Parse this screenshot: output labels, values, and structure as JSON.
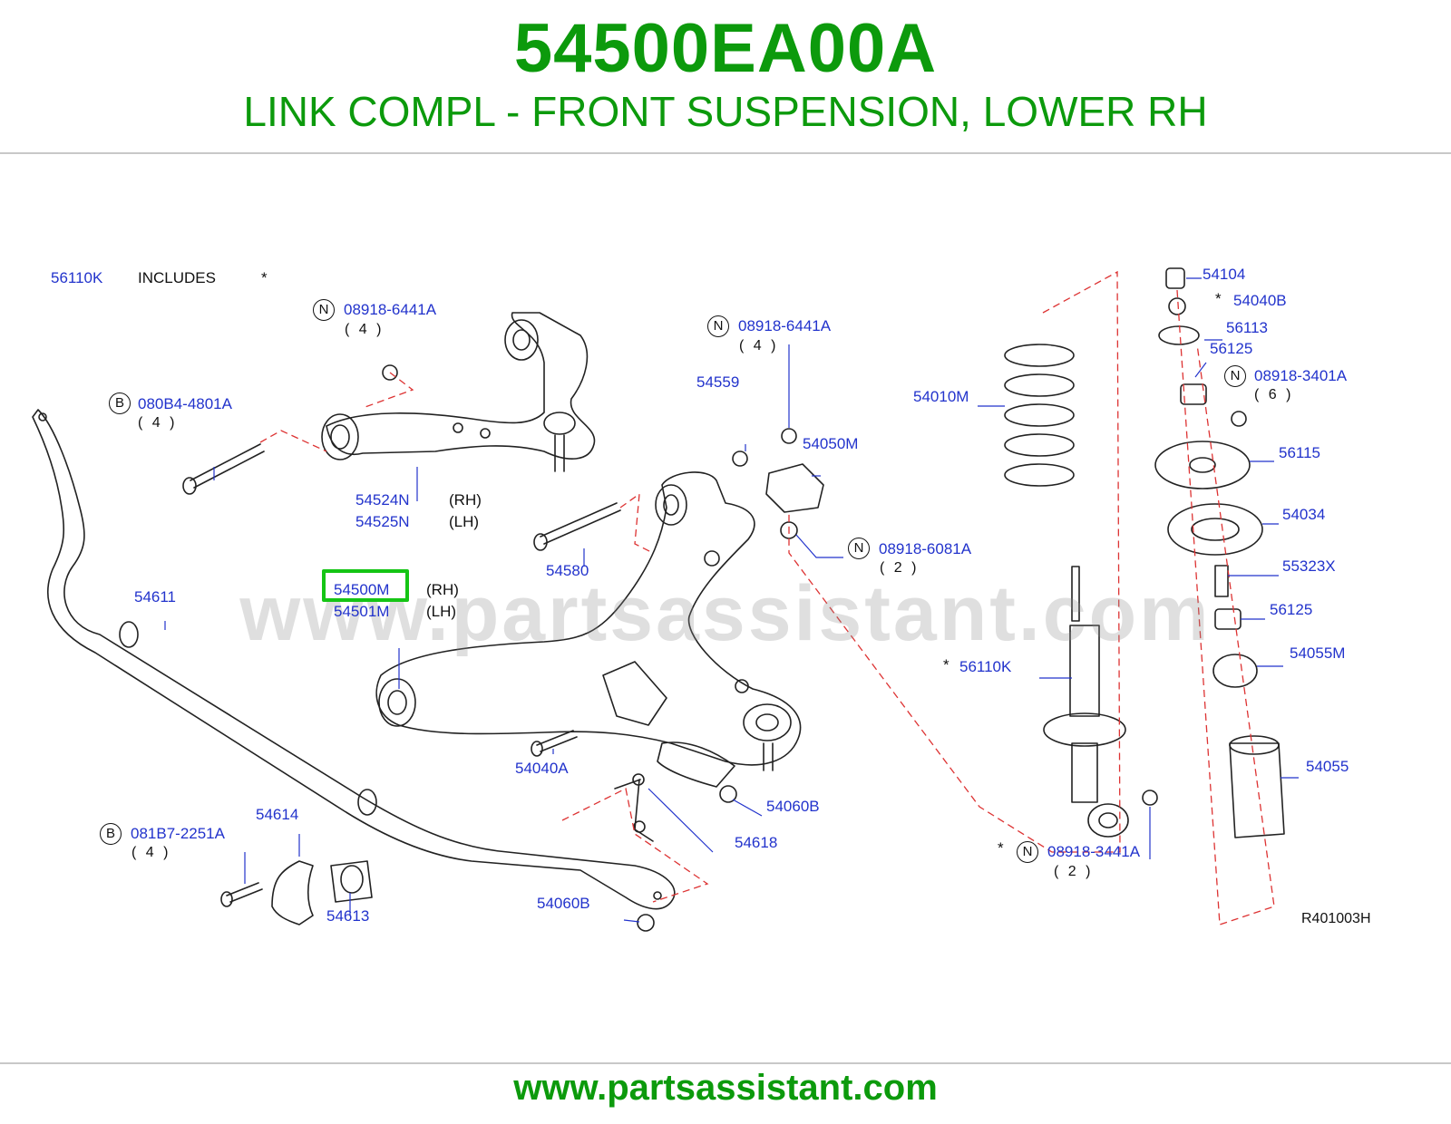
{
  "header": {
    "part_number": "54500EA00A",
    "part_name": "LINK COMPL - FRONT SUSPENSION, LOWER RH"
  },
  "watermark": "www.partsassistant.com",
  "footer": {
    "url": "www.partsassistant.com"
  },
  "diagram": {
    "reference": "R401003H",
    "includes_label": "INCLUDES",
    "asterisk": "*",
    "highlighted_part": "54500M",
    "labels": {
      "kit_56110K_top": "56110K",
      "n_08918_6441A_left": "08918-6441A",
      "qty_4_a": "( 4 )",
      "b_080B4_4801A": "080B4-4801A",
      "qty_4_b": "( 4 )",
      "p54524N": "54524N",
      "p54525N": "54525N",
      "rh_1": "(RH)",
      "lh_1": "(LH)",
      "p54611": "54611",
      "p54500M": "54500M",
      "p54501M": "54501M",
      "rh_2": "(RH)",
      "lh_2": "(LH)",
      "n_08918_6441A_right": "08918-6441A",
      "qty_4_c": "( 4 )",
      "p54559": "54559",
      "p54050M": "54050M",
      "n_08918_6081A": "08918-6081A",
      "qty_2_a": "( 2 )",
      "p54580": "54580",
      "p54040A": "54040A",
      "p54060B_1": "54060B",
      "p54618": "54618",
      "p54614": "54614",
      "b_081B7_2251A": "081B7-2251A",
      "qty_4_d": "( 4 )",
      "p54613": "54613",
      "p54060B_2": "54060B",
      "p54010M": "54010M",
      "p56110K": "56110K",
      "n_08918_3441A": "08918-3441A",
      "qty_2_b": "( 2 )",
      "p54104": "54104",
      "p54040B": "54040B",
      "p56113": "56113",
      "p56125_a": "56125",
      "n_08918_3401A": "08918-3401A",
      "qty_6": "( 6 )",
      "p56115": "56115",
      "p54034": "54034",
      "p55323X": "55323X",
      "p56125_b": "56125",
      "p54055M": "54055M",
      "p54055": "54055"
    },
    "symbols": {
      "nut": "N",
      "bolt": "B"
    }
  },
  "colors": {
    "title_green": "#0c9a0c",
    "label_blue": "#2233cc",
    "highlight_green": "#15c515",
    "dashed_red": "#dd3333",
    "line_art": "#222222"
  }
}
